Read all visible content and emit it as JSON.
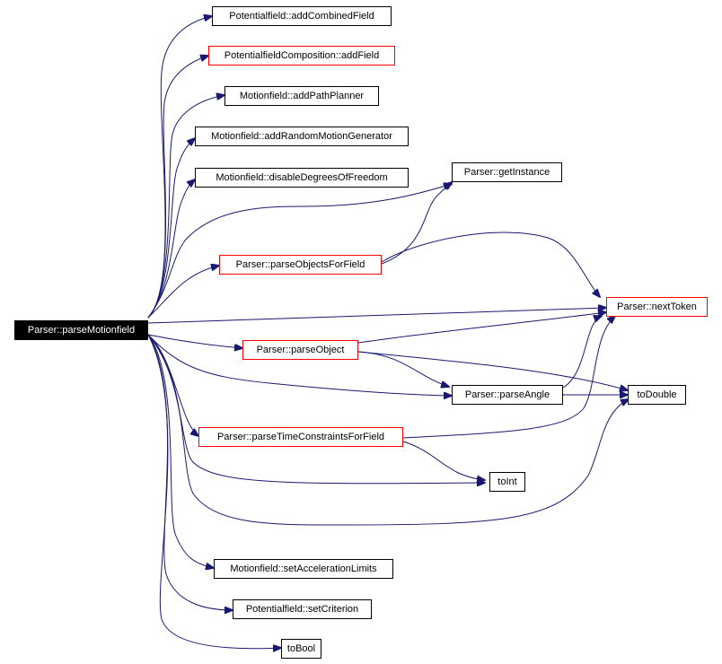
{
  "graph": {
    "root": "Parser::parseMotionfield",
    "nodes": [
      {
        "id": "addCombinedField",
        "label": "Potentialfield::addCombinedField",
        "border": "black"
      },
      {
        "id": "addField",
        "label": "PotentialfieldComposition::addField",
        "border": "red"
      },
      {
        "id": "addPathPlanner",
        "label": "Motionfield::addPathPlanner",
        "border": "black"
      },
      {
        "id": "addRandomMotionGenerator",
        "label": "Motionfield::addRandomMotionGenerator",
        "border": "black"
      },
      {
        "id": "disableDegreesOfFreedom",
        "label": "Motionfield::disableDegreesOfFreedom",
        "border": "black"
      },
      {
        "id": "getInstance",
        "label": "Parser::getInstance",
        "border": "black"
      },
      {
        "id": "parseObjectsForField",
        "label": "Parser::parseObjectsForField",
        "border": "red"
      },
      {
        "id": "nextToken",
        "label": "Parser::nextToken",
        "border": "red"
      },
      {
        "id": "parseObject",
        "label": "Parser::parseObject",
        "border": "red"
      },
      {
        "id": "parseAngle",
        "label": "Parser::parseAngle",
        "border": "black"
      },
      {
        "id": "toDouble",
        "label": "toDouble",
        "border": "black"
      },
      {
        "id": "parseTimeConstraintsForField",
        "label": "Parser::parseTimeConstraintsForField",
        "border": "red"
      },
      {
        "id": "toInt",
        "label": "toInt",
        "border": "black"
      },
      {
        "id": "setAccelerationLimits",
        "label": "Motionfield::setAccelerationLimits",
        "border": "black"
      },
      {
        "id": "setCriterion",
        "label": "Potentialfield::setCriterion",
        "border": "black"
      },
      {
        "id": "toBool",
        "label": "toBool",
        "border": "black"
      }
    ],
    "edge_color": "#191970",
    "highlight_color": "#ff0000"
  }
}
